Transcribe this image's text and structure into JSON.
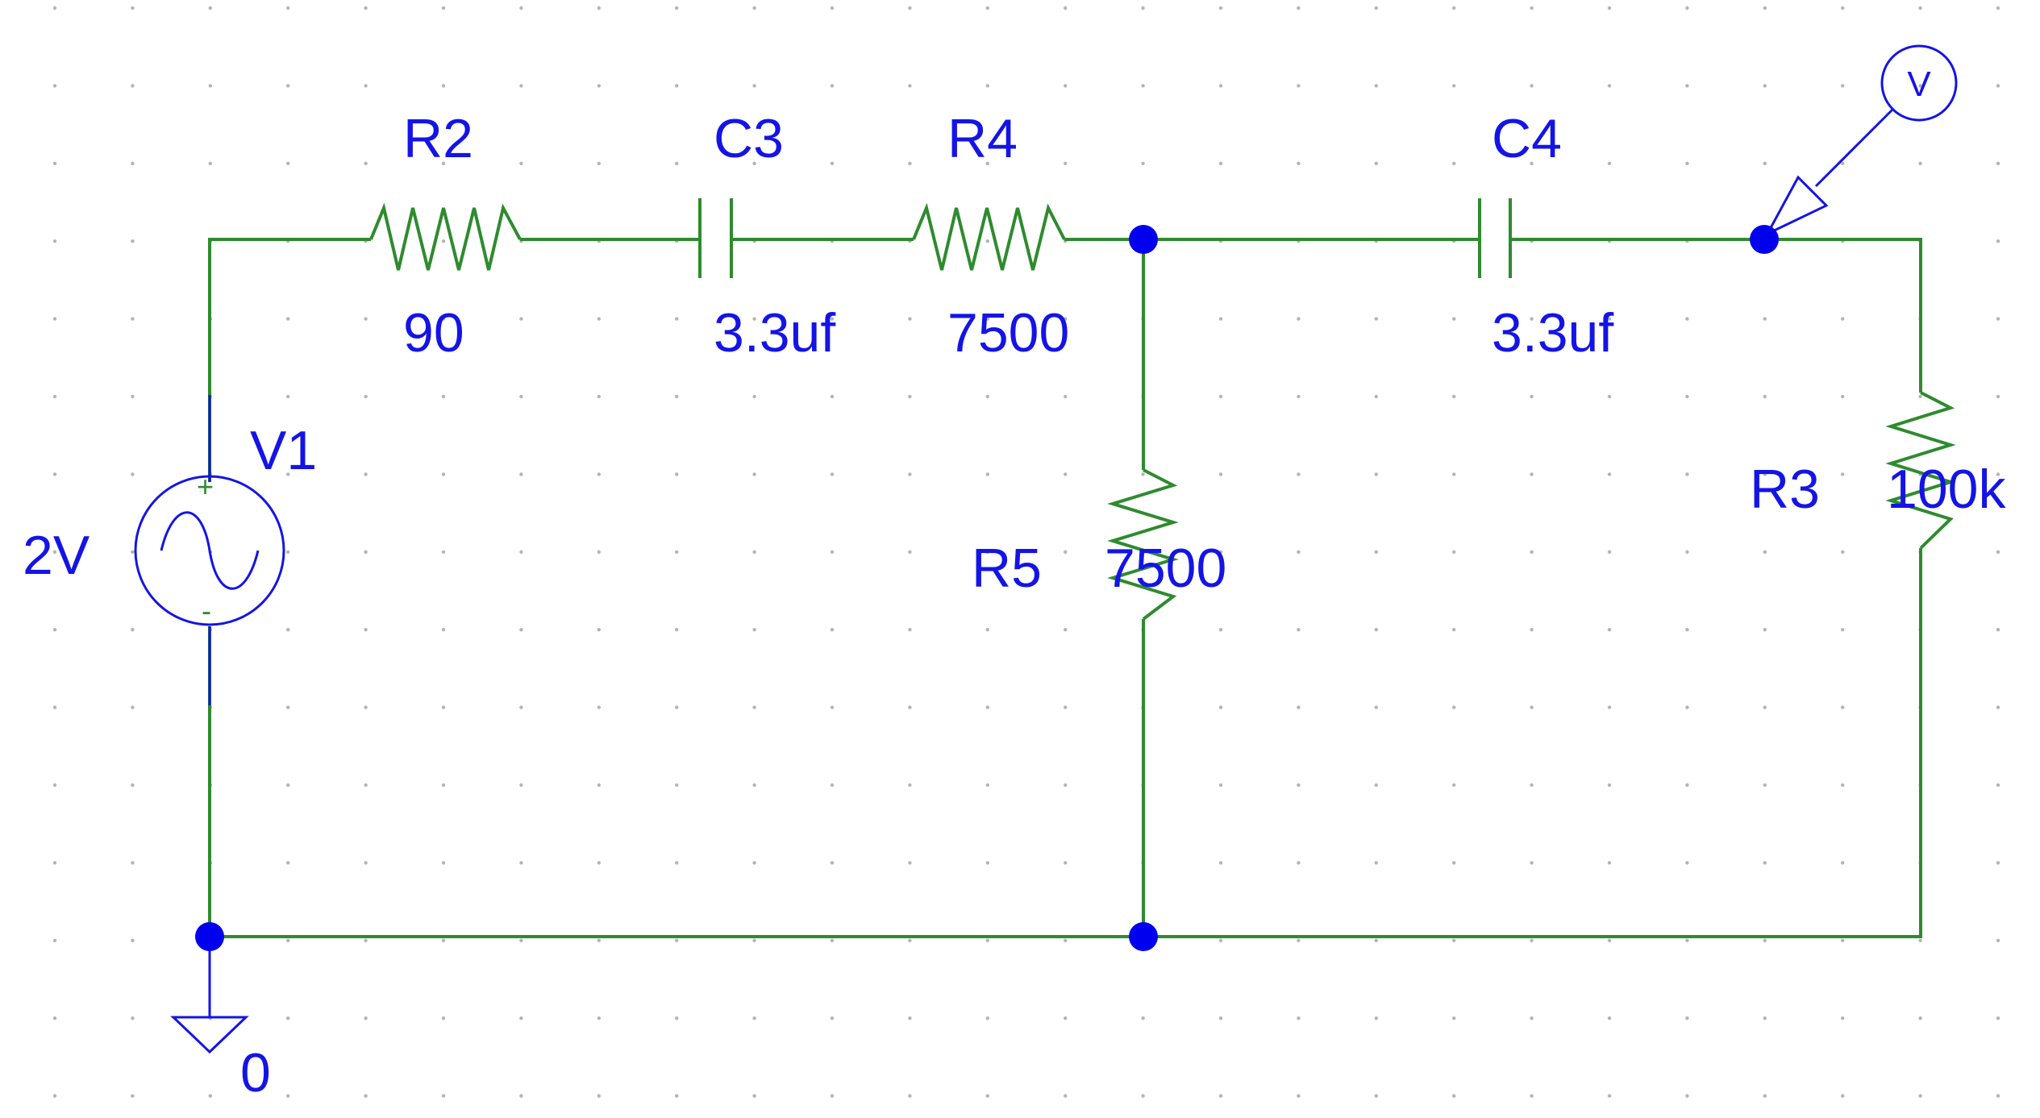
{
  "colors": {
    "background": "#ffffff",
    "wire": "#2e8b2e",
    "part_label": "#1414e6",
    "junction": "#0000ee",
    "grid_dot": "#b4b4b4"
  },
  "components": {
    "R2": {
      "ref": "R2",
      "value": "90",
      "type": "resistor"
    },
    "C3": {
      "ref": "C3",
      "value": "3.3uf",
      "type": "capacitor"
    },
    "R4": {
      "ref": "R4",
      "value": "7500",
      "type": "resistor"
    },
    "C4": {
      "ref": "C4",
      "value": "3.3uf",
      "type": "capacitor"
    },
    "R5": {
      "ref": "R5",
      "value": "7500",
      "type": "resistor"
    },
    "R3": {
      "ref": "R3",
      "value": "100k",
      "type": "resistor"
    },
    "V1": {
      "ref": "V1",
      "value": "2V",
      "type": "ac-voltage-source",
      "plus": "+",
      "minus": "-"
    }
  },
  "ground": {
    "label": "0",
    "icon": "ground-icon"
  },
  "probe": {
    "label": "V",
    "icon": "voltage-probe-icon"
  }
}
